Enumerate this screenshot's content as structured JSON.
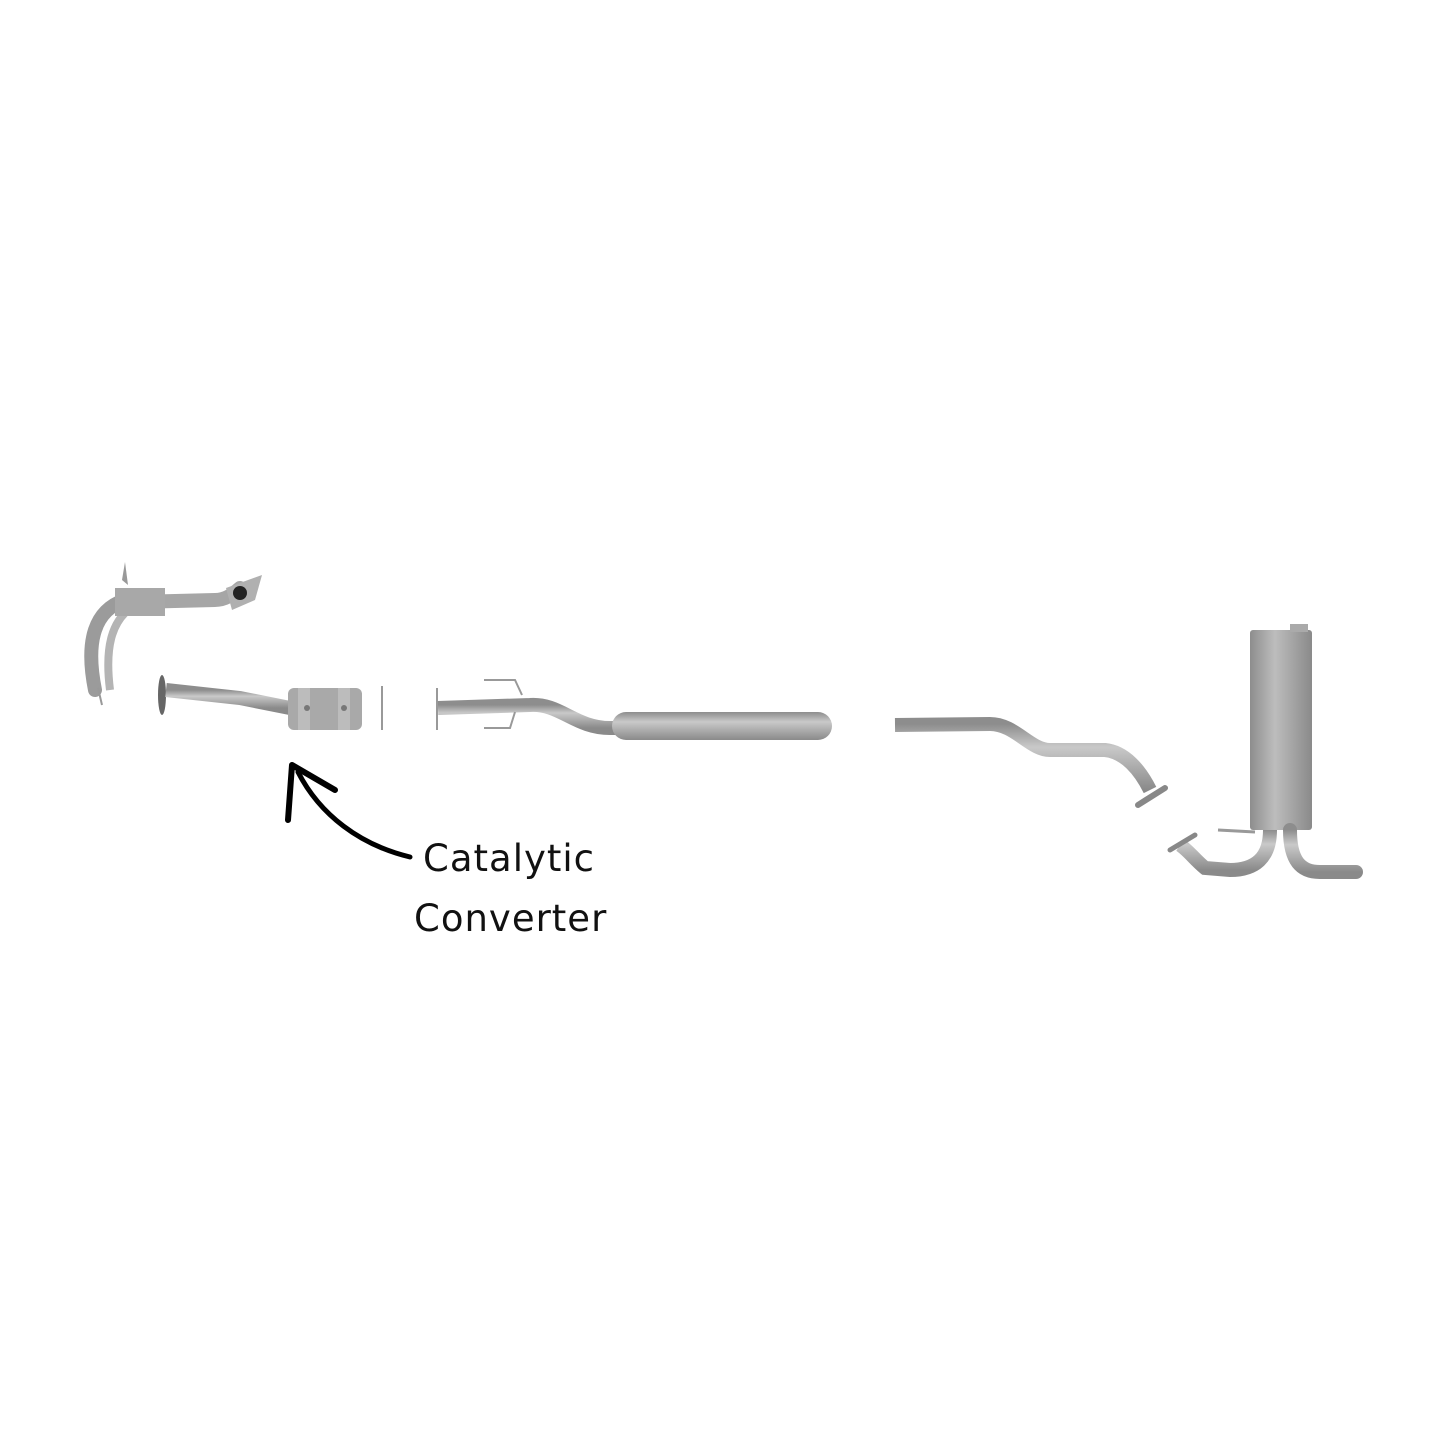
{
  "annotation": {
    "line1": "Catalytic",
    "line2": "Converter"
  },
  "parts": [
    "exhaust-manifold",
    "front-pipe",
    "catalytic-converter",
    "intermediate-pipe",
    "center-muffler",
    "rear-pipe",
    "rear-muffler"
  ],
  "colors": {
    "metal": "#a9a9a9",
    "metal_dark": "#8a8a8a",
    "metal_light": "#c8c8c8",
    "arrow": "#000000",
    "text": "#111111"
  }
}
